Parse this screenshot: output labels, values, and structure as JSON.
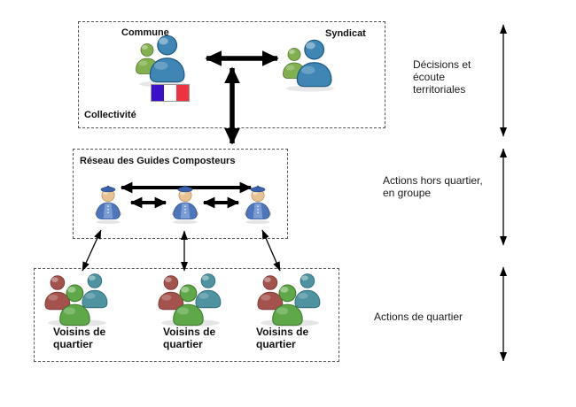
{
  "diagram": {
    "top_box": {
      "box_label": "Collectivité",
      "commune": {
        "label": "Commune"
      },
      "syndicat": {
        "label": "Syndicat"
      }
    },
    "middle_box": {
      "box_label": "Réseau des Guides Composteurs"
    },
    "bottom_box": {
      "groups": [
        {
          "label": "Voisins de quartier"
        },
        {
          "label": "Voisins de quartier"
        },
        {
          "label": "Voisins de quartier"
        }
      ]
    },
    "right_annotations": [
      {
        "label": "Décisions et écoute territoriales"
      },
      {
        "label": "Actions hors quartier, en groupe"
      },
      {
        "label": "Actions de quartier"
      }
    ],
    "icons": {
      "commune_icon": "two-people-icon",
      "syndicat_icon": "two-people-icon",
      "flag_icon": "french-flag-icon",
      "guide_icon": "guide-composteur-person-icon",
      "neighbors_icon": "three-people-group-icon"
    },
    "colors": {
      "arrow": "#000000",
      "box_border": "#555555",
      "flag_blue": "#3a10c8",
      "flag_white": "#ffffff",
      "flag_red": "#ee3340",
      "person_green": "#82b04f",
      "person_blue": "#3f86b5",
      "guide_blue": "#4f76bd",
      "trio_red": "#a3524d",
      "trio_teal": "#4f93a0",
      "trio_green": "#5ea849"
    }
  }
}
